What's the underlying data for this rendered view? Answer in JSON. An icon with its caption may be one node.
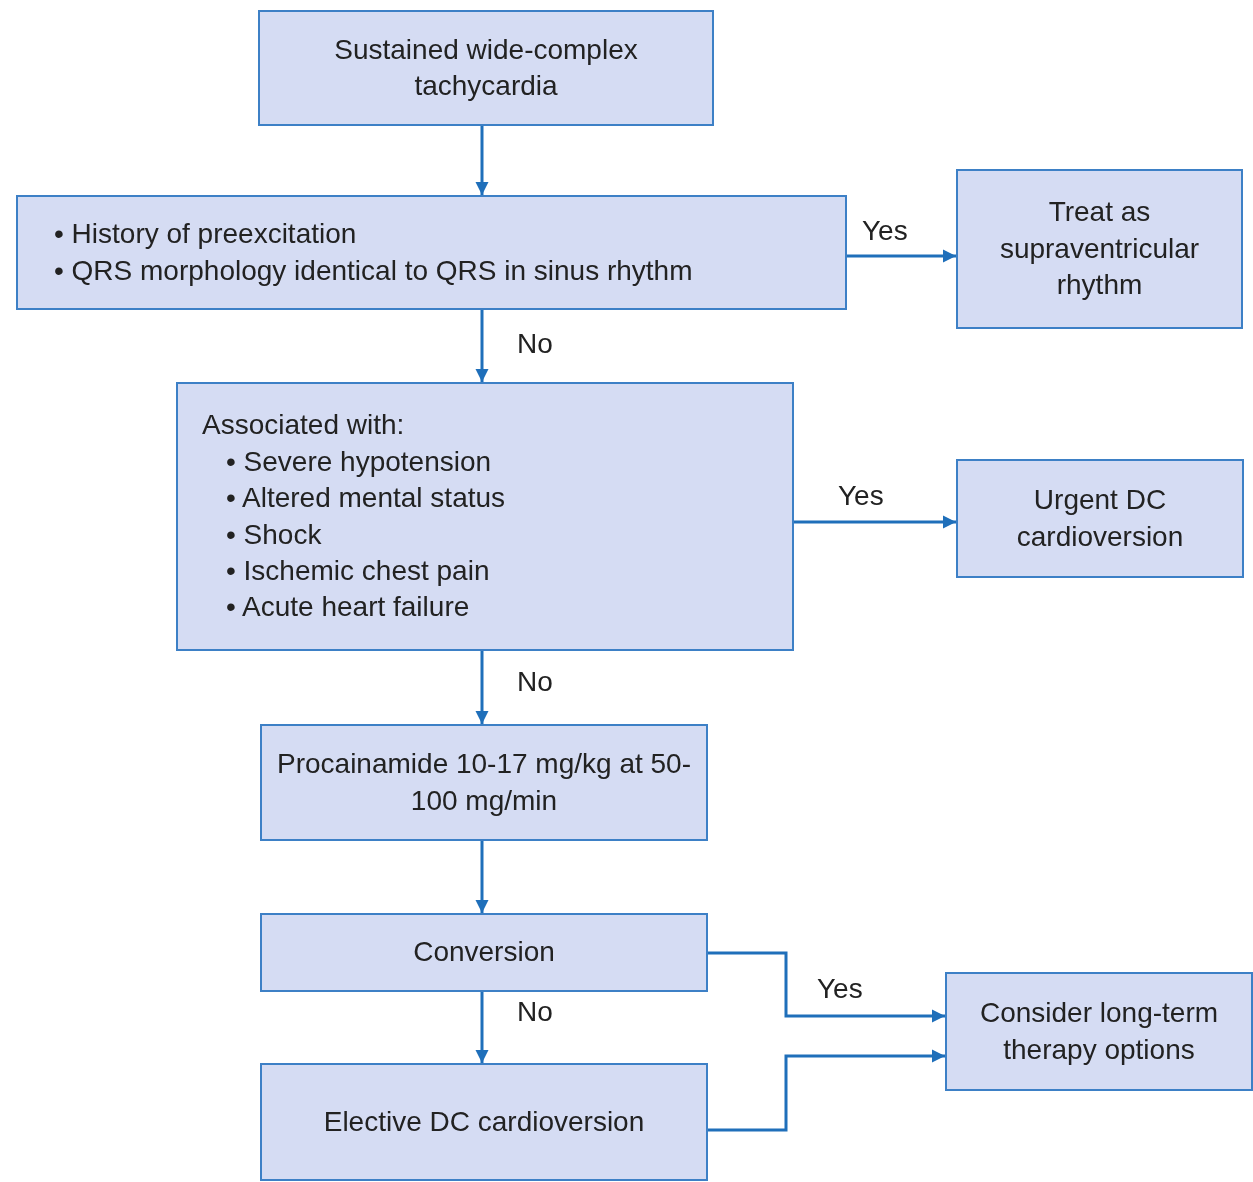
{
  "diagram": {
    "nodes": [
      {
        "text": [
          "Sustained wide-complex tachycardia"
        ]
      },
      {
        "text": [
          "• History of preexcitation",
          "• QRS morphology identical to QRS in sinus rhythm"
        ]
      },
      {
        "text": [
          "Treat as supraventricular rhythm"
        ]
      },
      {
        "text": [
          "Associated with:",
          "• Severe hypotension",
          "• Altered mental status",
          "• Shock",
          "• Ischemic chest pain",
          "• Acute heart failure"
        ]
      },
      {
        "text": [
          "Urgent DC cardioversion"
        ]
      },
      {
        "text": [
          "Procainamide 10-17 mg/kg at 50-100 mg/min"
        ]
      },
      {
        "text": [
          "Conversion"
        ]
      },
      {
        "text": [
          "Elective DC cardioversion"
        ]
      },
      {
        "text": [
          "Consider long-term therapy options"
        ]
      }
    ],
    "edges": [
      {
        "from": 0,
        "to": 1,
        "arrow": "to"
      },
      {
        "from": 1,
        "to": 2,
        "arrow": "to",
        "label": "Yes"
      },
      {
        "from": 1,
        "to": 3,
        "arrow": "to",
        "label": "No"
      },
      {
        "from": 3,
        "to": 4,
        "arrow": "to",
        "label": "Yes"
      },
      {
        "from": 3,
        "to": 5,
        "arrow": "to",
        "label": "No"
      },
      {
        "from": 5,
        "to": 6,
        "arrow": "to"
      },
      {
        "from": 6,
        "to": 8,
        "arrow": "to",
        "label": "Yes"
      },
      {
        "from": 6,
        "to": 7,
        "arrow": "to",
        "label": "No"
      },
      {
        "from": 7,
        "to": 8,
        "arrow": "to"
      }
    ]
  }
}
